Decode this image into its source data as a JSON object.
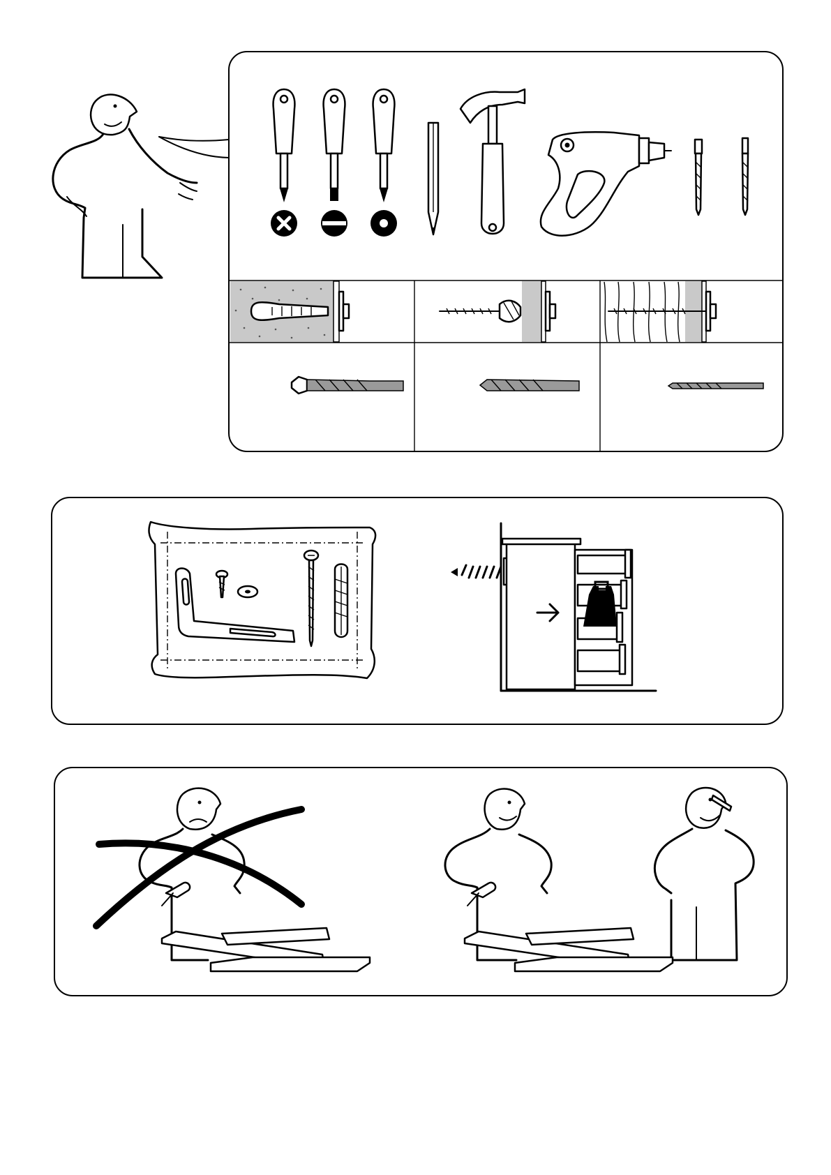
{
  "panels": {
    "tools": {
      "screw_heads": [
        "phillips",
        "flat",
        "torx"
      ]
    },
    "wall_types": [
      "concrete",
      "plasterboard",
      "wood"
    ],
    "drill_bits": [
      "masonry-bit",
      "multi-purpose-bit",
      "wood-bit"
    ],
    "wall_fixing": {},
    "assembly": {
      "wrong_example": "one-person",
      "right_example": "two-people"
    }
  },
  "colors": {
    "ink": "#000000",
    "paper": "#ffffff",
    "fill_gray": "#9a9a9a"
  }
}
